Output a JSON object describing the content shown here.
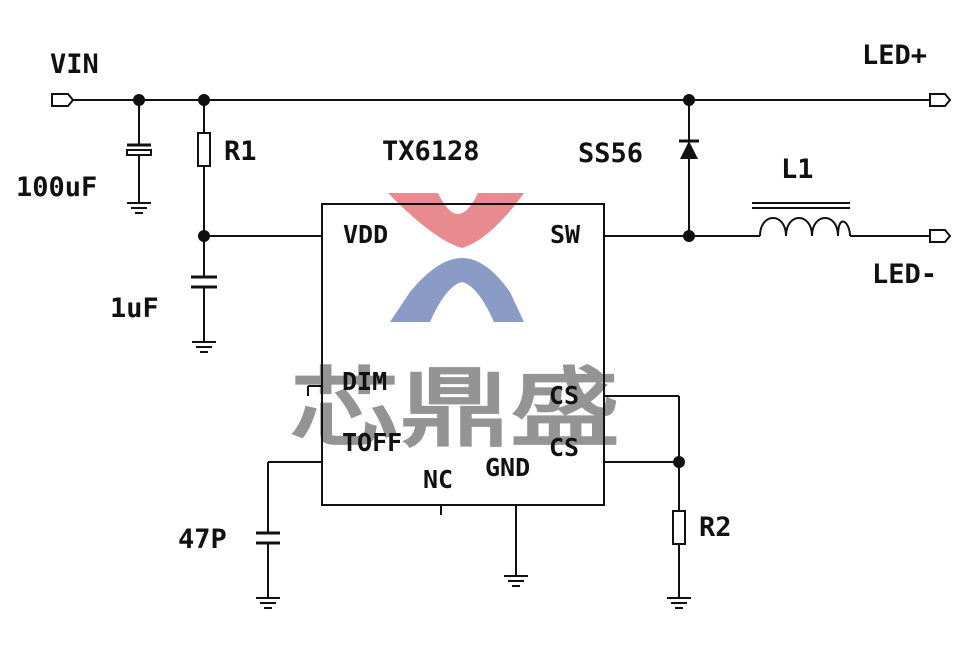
{
  "nets": {
    "vin": "VIN",
    "led_plus": "LED+",
    "led_minus": "LED-"
  },
  "components": {
    "ic": "TX6128",
    "r1": "R1",
    "r2": "R2",
    "c_in": "100uF",
    "c_vdd": "1uF",
    "c_toff": "47P",
    "diode": "SS56",
    "inductor": "L1"
  },
  "pins": {
    "vdd": "VDD",
    "sw": "SW",
    "dim": "DIM",
    "toff": "TOFF",
    "nc": "NC",
    "gnd": "GND",
    "cs1": "CS",
    "cs2": "CS"
  },
  "watermark": {
    "text": "芯鼎盛",
    "colors": {
      "upper": "#e88a8f",
      "lower": "#8a9cc5",
      "text": "#7d7d7d"
    }
  },
  "colors": {
    "ink": "#111111",
    "background": "#ffffff"
  }
}
